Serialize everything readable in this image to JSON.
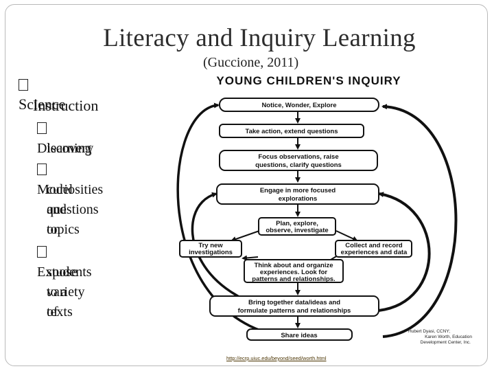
{
  "slide": {
    "title": "Literacy and Inquiry Learning",
    "citation": "(Guccione, 2011)",
    "bullets": {
      "main_line1": "Science",
      "main_line2": "Instruction",
      "sub1_line1": "Discovery",
      "sub1_line2": "learning",
      "sub2_line1": "Model",
      "sub2_line2": "curiosities and",
      "sub2_line3": "questions on",
      "sub2_line4": "topics",
      "sub3_line1": "Expose",
      "sub3_line2": "students to a",
      "sub3_line3": "variety of",
      "sub3_line4": "texts"
    },
    "link": "http://ecrp.uiuc.edu/beyond/seed/worth.html"
  },
  "diagram": {
    "heading": "YOUNG CHILDREN'S INQUIRY",
    "notice": "Notice, Wonder, Explore",
    "take_action": "Take action, extend questions",
    "focus_1": "Focus observations, raise",
    "focus_2": "questions, clarify questions",
    "engage_1": "Engage in more focused",
    "engage_2": "explorations",
    "plan_1": "Plan, explore,",
    "plan_2": "observe, investigate",
    "try_1": "Try new",
    "try_2": "investigations",
    "collect_1": "Collect and record",
    "collect_2": "experiences and data",
    "think_1": "Think about and organize",
    "think_2": "experiences. Look for",
    "think_3": "patterns and relationships.",
    "bring_1": "Bring together data/ideas and",
    "bring_2": "formulate patterns and relationships",
    "share": "Share ideas",
    "credit_1": "Hubert Dyasi, CCNY;",
    "credit_2": "Karen Worth, Education",
    "credit_3": "Development Center, Inc."
  }
}
